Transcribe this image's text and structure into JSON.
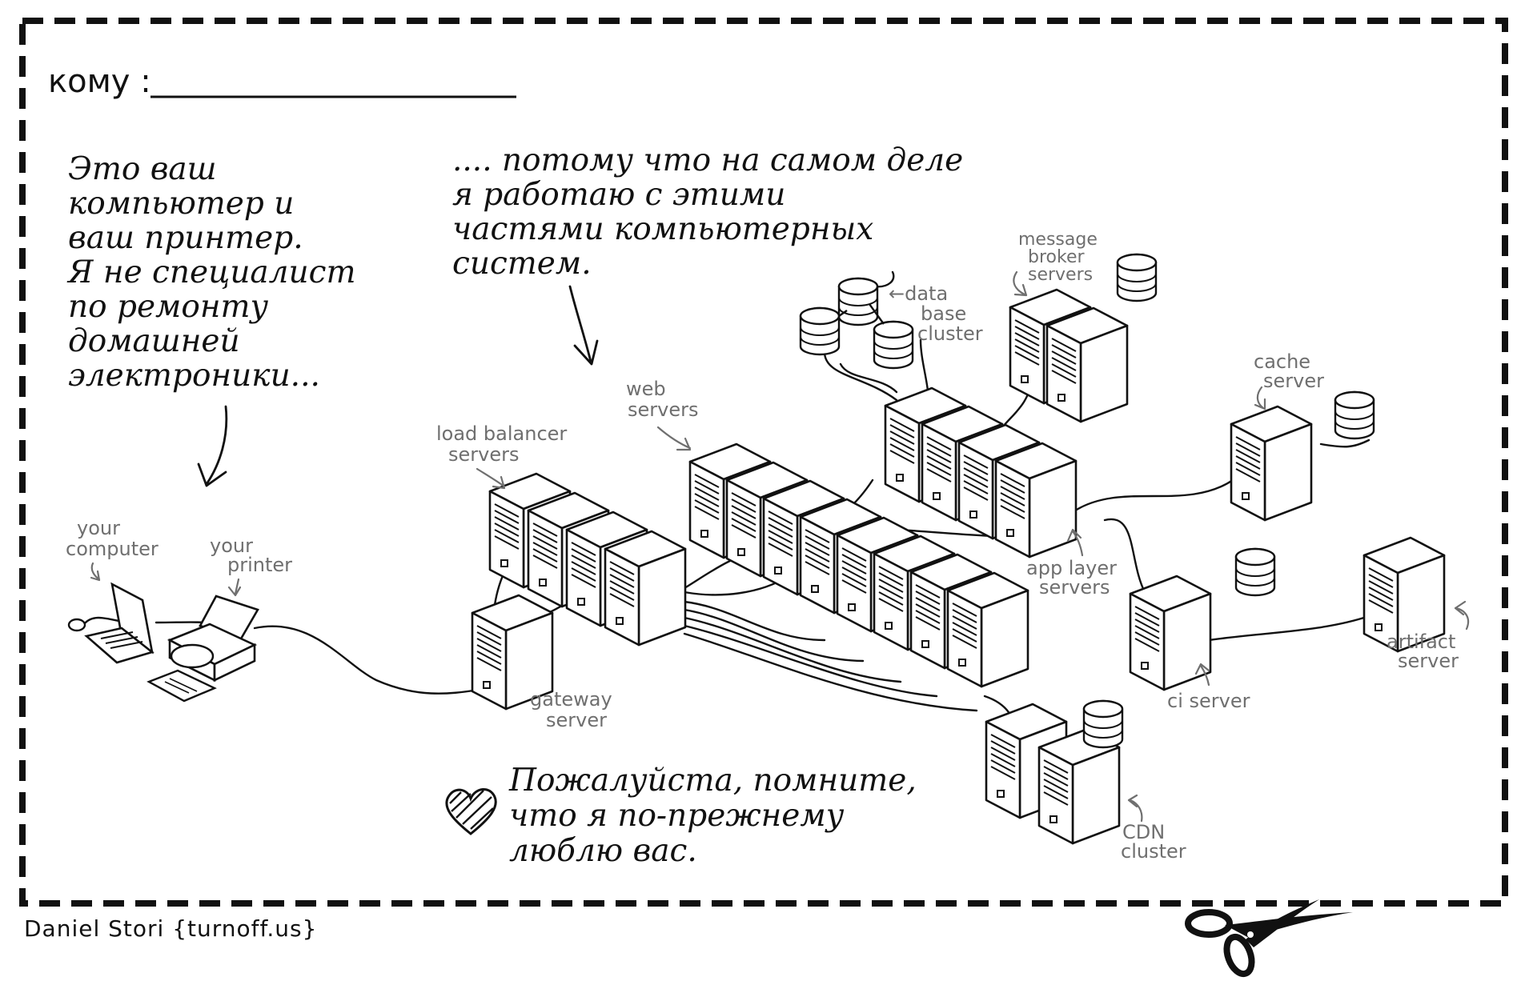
{
  "recipient": {
    "label": "кому :"
  },
  "left_note": {
    "lines": [
      "Это ваш",
      "компьютер и",
      "ваш принтер.",
      "Я не специалист",
      "по ремонту",
      "домашней",
      "электроники..."
    ]
  },
  "middle_note": {
    "lines": [
      ".... потому что на самом деле",
      "я работаю с этими",
      "частями компьютерных",
      "систем."
    ]
  },
  "closing_note": {
    "lines": [
      "Пожалуйста, помните,",
      "что я по-прежнему",
      "люблю вас."
    ]
  },
  "labels": {
    "your_computer": [
      "your",
      "computer"
    ],
    "your_printer": [
      "your",
      "printer"
    ],
    "load_balancer": [
      "load balancer",
      "servers"
    ],
    "web_servers": [
      "web",
      "servers"
    ],
    "gateway": [
      "gateway",
      "server"
    ],
    "database": [
      "←data",
      "base",
      "cluster"
    ],
    "message_broker": [
      "message",
      "broker",
      "servers"
    ],
    "cache": [
      "cache",
      "server"
    ],
    "app_layer": [
      "app layer",
      "servers"
    ],
    "ci": [
      "ci server"
    ],
    "artifact": [
      "artifact",
      "server"
    ],
    "cdn": [
      "CDN",
      "cluster"
    ]
  },
  "credit": {
    "text": "Daniel Stori {turnoff.us}"
  },
  "colors": {
    "ink": "#111111",
    "label_grey": "#6f6f6f",
    "server_front": "#ffffff",
    "server_side": "#ffffff",
    "paper": "#ffffff"
  },
  "icons": {
    "heart": "heart-icon",
    "scissors": "scissors-icon"
  }
}
